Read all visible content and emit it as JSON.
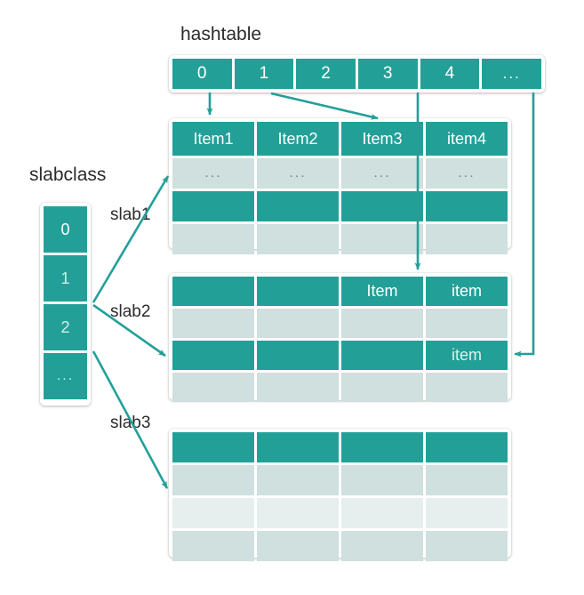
{
  "diagram": {
    "title_hashtable": "hashtable",
    "title_slabclass": "slabclass",
    "accent_color": "#22a098",
    "light_color": "#cfe0de",
    "pale_color": "#e6efed"
  },
  "hashtable": {
    "label": "hashtable",
    "cells": [
      "0",
      "1",
      "2",
      "3",
      "4",
      "..."
    ]
  },
  "slabclass": {
    "label": "slabclass",
    "cells": [
      "0",
      "1",
      "2",
      "..."
    ]
  },
  "slab_labels": {
    "slab1": "slab1",
    "slab2": "slab2",
    "slab3": "slab3"
  },
  "tables": [
    {
      "name": "slab1-table",
      "rows": [
        {
          "style": "teal",
          "cells": [
            "Item1",
            "Item2",
            "Item3",
            "item4"
          ]
        },
        {
          "style": "light",
          "cells": [
            "...",
            "...",
            "...",
            "..."
          ]
        },
        {
          "style": "teal",
          "cells": [
            "",
            "",
            "",
            ""
          ]
        },
        {
          "style": "light",
          "cells": [
            "",
            "",
            "",
            ""
          ]
        }
      ]
    },
    {
      "name": "slab2-table",
      "rows": [
        {
          "style": "teal",
          "cells": [
            "",
            "",
            "Item",
            "item"
          ]
        },
        {
          "style": "light",
          "cells": [
            "",
            "",
            "",
            ""
          ]
        },
        {
          "style": "teal",
          "cells": [
            "",
            "",
            "",
            "item"
          ]
        },
        {
          "style": "light",
          "cells": [
            "",
            "",
            "",
            ""
          ]
        }
      ]
    },
    {
      "name": "slab3-table",
      "rows": [
        {
          "style": "teal",
          "cells": [
            "",
            "",
            "",
            ""
          ]
        },
        {
          "style": "light",
          "cells": [
            "",
            "",
            "",
            ""
          ]
        },
        {
          "style": "pale",
          "cells": [
            "",
            "",
            "",
            ""
          ]
        },
        {
          "style": "light",
          "cells": [
            "",
            "",
            "",
            ""
          ]
        }
      ]
    }
  ],
  "arrows": [
    {
      "name": "hash0-to-item1",
      "from": "hashtable cell 0",
      "to": "slab1-table Item1 column"
    },
    {
      "name": "hash1-to-item3",
      "from": "hashtable cell 1",
      "to": "slab1-table Item3 column"
    },
    {
      "name": "hash3-to-slab2",
      "from": "hashtable cell 3",
      "to": "slab2-table Item column"
    },
    {
      "name": "hashdots-to-item",
      "from": "hashtable cell ...",
      "to": "slab2-table item cell"
    },
    {
      "name": "slab1-arrow",
      "from": "slabclass cell 1",
      "to": "slab1-table"
    },
    {
      "name": "slab2-arrow",
      "from": "slabclass cell 1",
      "to": "slab2-table"
    },
    {
      "name": "slab3-arrow",
      "from": "slabclass cell 2",
      "to": "slab3-table"
    }
  ]
}
